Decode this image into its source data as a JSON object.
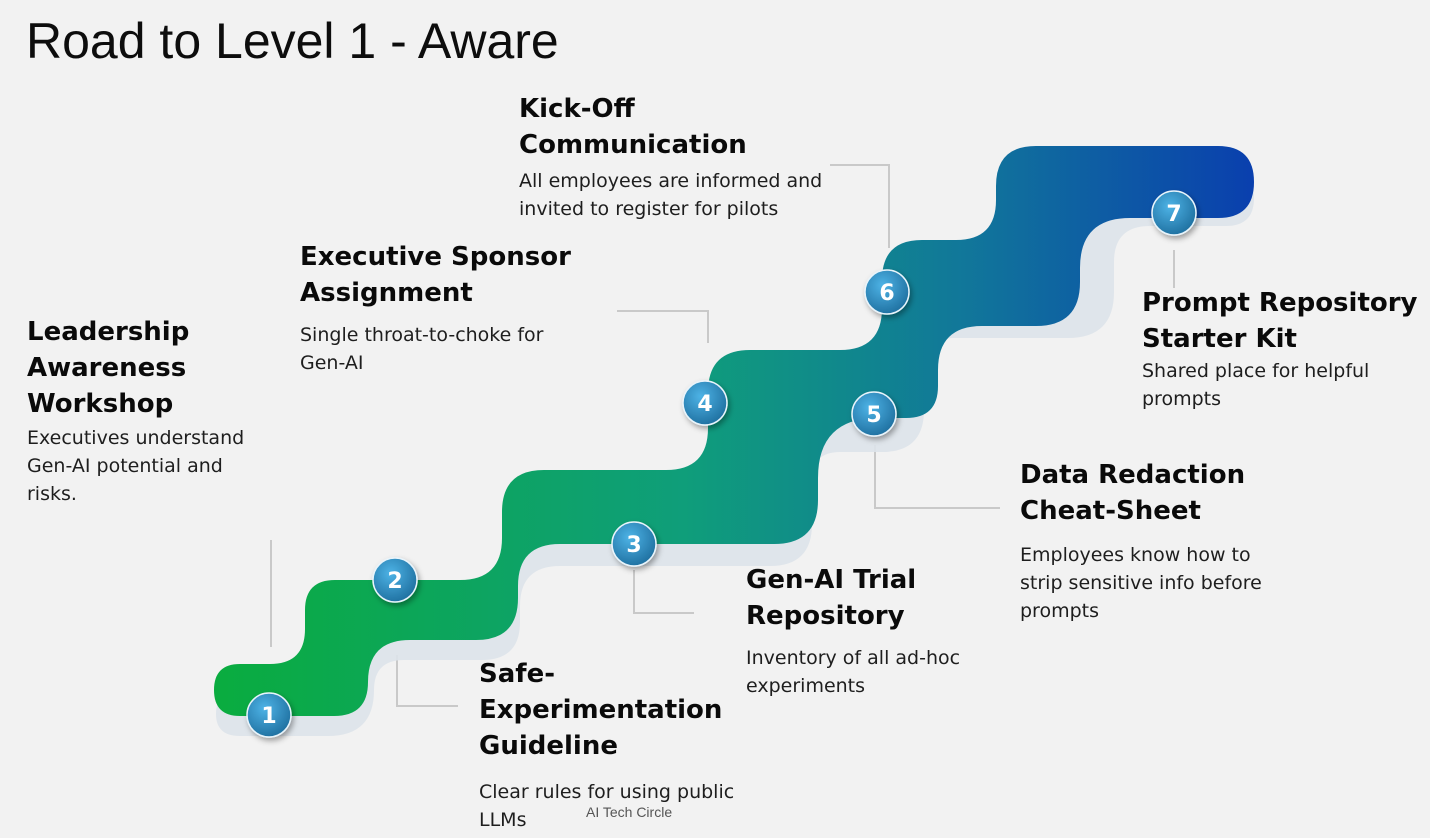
{
  "title": "Road to Level 1 - Aware",
  "credit": "AI Tech Circle",
  "steps": [
    {
      "number": "1",
      "head_lines": [
        "Leadership",
        "Awareness",
        "Workshop"
      ],
      "desc_lines": [
        "Executives understand",
        "Gen-AI potential and",
        "risks."
      ]
    },
    {
      "number": "2",
      "head_lines": [
        "Safe-",
        "Experimentation",
        "Guideline"
      ],
      "desc_lines": [
        "Clear rules for using public",
        "LLMs"
      ]
    },
    {
      "number": "3",
      "head_lines": [
        "Gen-AI Trial",
        "Repository"
      ],
      "desc_lines": [
        "Inventory of all ad-hoc",
        "experiments"
      ]
    },
    {
      "number": "4",
      "head_lines": [
        "Executive Sponsor",
        "Assignment"
      ],
      "desc_lines": [
        "Single throat-to-choke for",
        "Gen-AI"
      ]
    },
    {
      "number": "5",
      "head_lines": [
        "Data Redaction",
        "Cheat-Sheet"
      ],
      "desc_lines": [
        "Employees know how to",
        "strip sensitive info before",
        "prompts"
      ]
    },
    {
      "number": "6",
      "head_lines": [
        "Kick-Off",
        "Communication"
      ],
      "desc_lines": [
        "All employees are informed and",
        "invited to register for pilots"
      ]
    },
    {
      "number": "7",
      "head_lines": [
        "Prompt Repository",
        "Starter Kit"
      ],
      "desc_lines": [
        "Shared place for helpful",
        "prompts"
      ]
    }
  ],
  "colors": {
    "path_start": "#0aac3f",
    "path_mid": "#0f9a86",
    "path_end": "#0a3fa8",
    "badge": "#2e8fc7",
    "connector": "#c9c9c9"
  }
}
